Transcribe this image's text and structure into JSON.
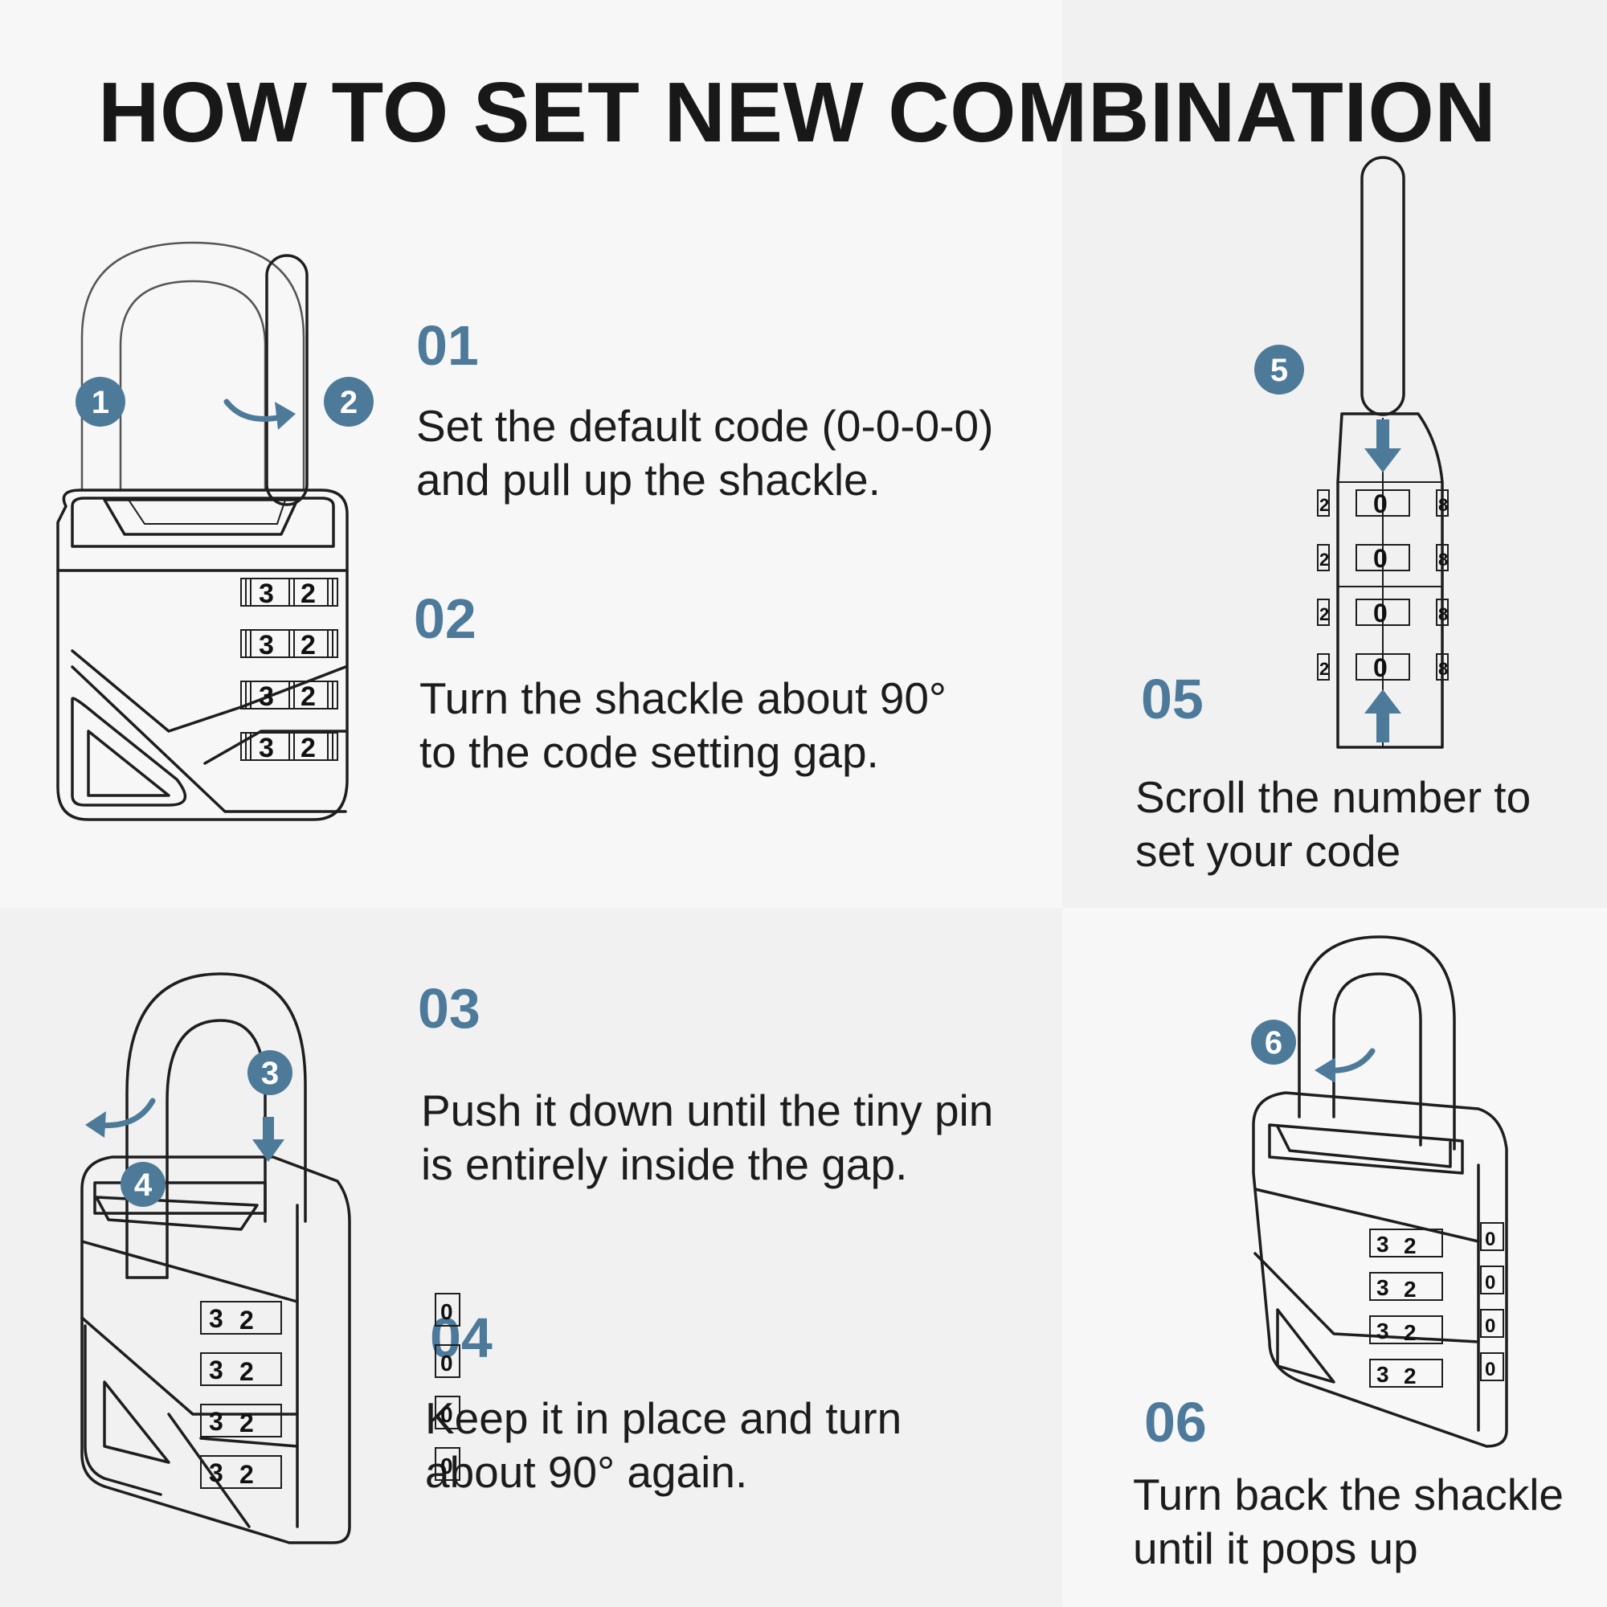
{
  "title": "HOW TO SET NEW COMBINATION",
  "colors": {
    "accent": "#4d7a9a",
    "text": "#1c1c1c",
    "panel_light": "#f7f7f7",
    "panel_dark": "#f1f1f1"
  },
  "steps": [
    {
      "number": "01",
      "lines": [
        "Set the default code (0-0-0-0)",
        "and pull up the shackle."
      ]
    },
    {
      "number": "02",
      "lines": [
        "Turn the shackle about 90°",
        "to the code setting gap."
      ]
    },
    {
      "number": "03",
      "lines": [
        "Push it down until the tiny pin",
        "is entirely inside the gap."
      ]
    },
    {
      "number": "04",
      "lines": [
        "Keep it in place and turn",
        "about 90° again."
      ]
    },
    {
      "number": "05",
      "lines": [
        "Scroll the number to",
        "set your code"
      ]
    },
    {
      "number": "06",
      "lines": [
        "Turn back the shackle",
        "until it pops up"
      ]
    }
  ],
  "badges": [
    "1",
    "2",
    "3",
    "4",
    "5",
    "6"
  ],
  "dial_digits": {
    "front_a": "3",
    "front_b": "2",
    "side": "0",
    "left_small": "2",
    "right_small": "8"
  },
  "icons": [
    "padlock-step1-2",
    "padlock-step3-4",
    "padlock-step5-side",
    "padlock-step6"
  ]
}
